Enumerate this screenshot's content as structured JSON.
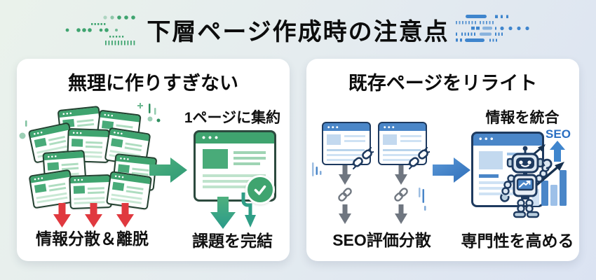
{
  "page": {
    "title": "下層ページ作成時の注意点"
  },
  "colors": {
    "green": "#3fa46f",
    "blue": "#3f85cd",
    "red": "#e0393f",
    "navy": "#1e3a5f"
  },
  "cards": {
    "left": {
      "title": "無理に作りすぎない",
      "bad_label": "情報分散＆離脱",
      "good_top_label": "1ページに集約",
      "good_bottom_label": "課題を完結"
    },
    "right": {
      "title": "既存ページをリライト",
      "bad_label": "SEO評価分散",
      "good_top_label": "情報を統合",
      "good_bottom_label": "専門性を高める",
      "seo_text": "SEO"
    }
  }
}
